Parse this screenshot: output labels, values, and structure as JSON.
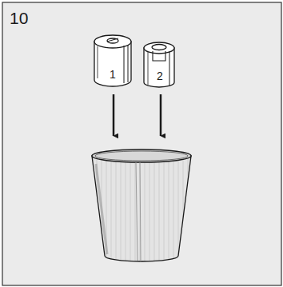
{
  "diagram": {
    "labels": [
      "10",
      "1",
      "2"
    ]
  }
}
